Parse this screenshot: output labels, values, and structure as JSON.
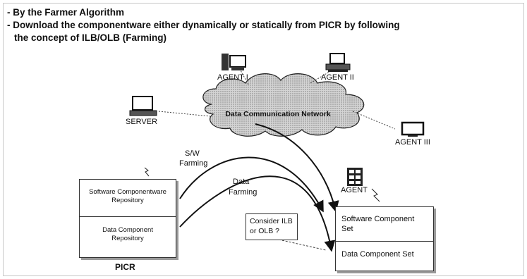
{
  "bullets": [
    "- By the Farmer Algorithm",
    "- Download the componentware either dynamically or statically from PICR by following",
    "the concept of ILB/OLB  (Farming)"
  ],
  "network": {
    "label": "Data Communication Network"
  },
  "nodes": {
    "agent1": "AGENT I",
    "agent2": "AGENT II",
    "agent3": "AGENT III",
    "server": "SERVER",
    "agent": "AGENT"
  },
  "flows": {
    "sw_farming": [
      "S/W",
      "Farming"
    ],
    "data_farming": [
      "Data",
      "Farming"
    ]
  },
  "picr": {
    "label": "PICR",
    "repo1": [
      "Software Componentware",
      "Repository"
    ],
    "repo2": [
      "Data Component",
      "Repository"
    ]
  },
  "agent_box": {
    "section1": [
      "Software Component",
      "Set"
    ],
    "section2": "Data Component Set"
  },
  "consider": [
    "Consider ILB",
    "or OLB ?"
  ]
}
